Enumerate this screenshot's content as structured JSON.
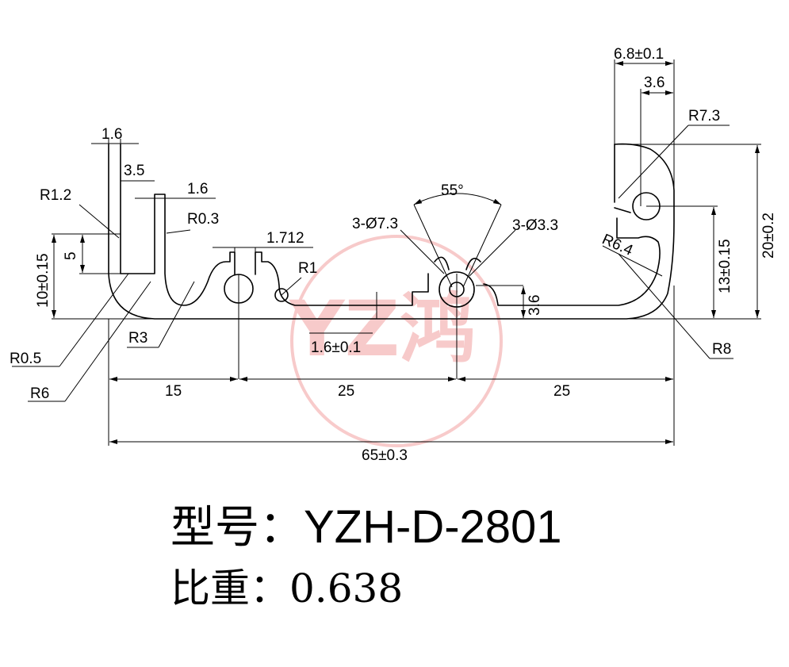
{
  "watermark": {
    "text": "YZ鸿",
    "color": "#f2a0a0"
  },
  "dimensions": {
    "d_1_6_top": "1.6",
    "d_3_5": "3.5",
    "d_1_6_mid": "1.6",
    "d_r1_2": "R1.2",
    "d_r0_3": "R0.3",
    "d_1_712": "1.712",
    "d_r1": "R1",
    "d_5": "5",
    "d_10": "10±0.15",
    "d_r0_5": "R0.5",
    "d_r6": "R6",
    "d_r3": "R3",
    "d_1_6_tol": "1.6±0.1",
    "d_3_hole73": "3-Ø7.3",
    "d_3_hole33": "3-Ø3.3",
    "d_55": "55°",
    "d_3_6_low": "3.6",
    "d_6_8": "6.8±0.1",
    "d_3_6_top": "3.6",
    "d_r7_3": "R7.3",
    "d_r6_4": "R6.4",
    "d_13": "13±0.15",
    "d_20": "20±0.2",
    "d_r8": "R8",
    "d_15": "15",
    "d_25_a": "25",
    "d_25_b": "25",
    "d_65": "65±0.3"
  },
  "model": {
    "label": "型号：",
    "value": "YZH-D-2801"
  },
  "density": {
    "label": "比重：",
    "value": "0.638"
  }
}
